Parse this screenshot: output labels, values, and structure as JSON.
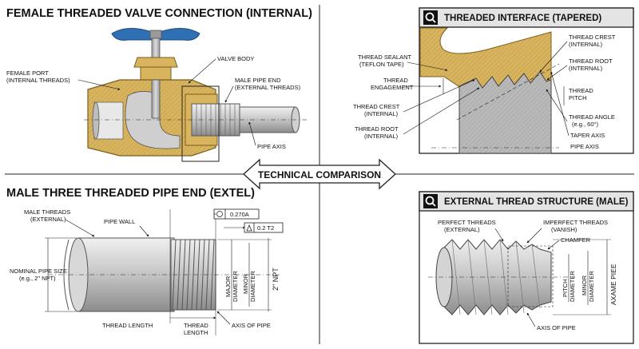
{
  "colors": {
    "brass": "#d9b45e",
    "brass_dark": "#b08a3a",
    "steel": "#c9c9c9",
    "steel_dark": "#8f8f8f",
    "handle": "#2f6fb3",
    "panel_header": "#e4e4e4"
  },
  "quadrants": {
    "q1": {
      "title": "FEMALE THREADED VALVE CONNECTION (INTERNAL)",
      "labels": {
        "female_port": "FEMALE PORT",
        "female_port_sub": "(INTERNAL THREADS)",
        "valve_body": "VALVE BODY",
        "male_pipe_end": "MALE PIPE END",
        "male_pipe_end_sub": "(EXTERNAL THREADS)",
        "pipe_axis": "PIPE AXIS"
      }
    },
    "q2": {
      "title": "THREADED INTERFACE (TAPERED)",
      "icon": "magnifier-icon",
      "labels": {
        "thread_sealant": "THREAD SEALANT",
        "thread_sealant_sub": "(TEFLON TAPE)",
        "thread_engagement": "THREAD",
        "thread_engagement_sub": "ENGAGEMENT",
        "thread_crest_left": "THREAD CREST",
        "thread_crest_left_sub": "(INTERNAL)",
        "thread_root_left": "THREAD ROOT",
        "thread_root_left_sub": "(INTERNAL)",
        "thread_crest_right": "THREAD CREST",
        "thread_crest_right_sub": "(INTERNAL)",
        "thread_root_right": "THREAD ROOT",
        "thread_root_right_sub": "(INTERNAL)",
        "thread_pitch": "THREAD",
        "thread_pitch_sub": "PITCH",
        "thread_angle": "THREAD ANGLE",
        "thread_angle_sub": "(e.g., 60°)",
        "taper_axis": "TAPER AXIS",
        "pipe_axis": "PIPE AXIS"
      }
    },
    "center": {
      "label": "TECHNICAL COMPARISON"
    },
    "q3": {
      "title": "MALE THREE THREADED PIPE END (EXTEL)",
      "labels": {
        "male_threads": "MALE THREADS",
        "male_threads_sub": "(EXTERNAL)",
        "pipe_wall": "PIPE WALL",
        "tolerance_1": "0.27‌0A",
        "tolerance_2": "0.2 T2",
        "nominal_size": "NOMINAL PIPE SIZE",
        "nominal_size_sub": "(e.g., 2\" NPT)",
        "major_diameter": "MAJOR",
        "major_diameter_sub": "DIAMETER",
        "minor_diameter": "MINOR",
        "minor_diameter_sub": "DIAMETER",
        "npt": "2\" NPT",
        "thread_length_left": "THREAD LENGTH",
        "thread_length": "THREAD",
        "thread_length_sub": "LENGTH",
        "axis_of_pipe": "AXIS OF PIPE"
      }
    },
    "q4": {
      "title": "EXTERNAL THREAD STRUCTURE (MALE)",
      "icon": "magnifier-icon",
      "labels": {
        "perfect_threads": "PERFECT THREADS",
        "perfect_threads_sub": "(EXTERNAL)",
        "imperfect_threads": "IMPERFECT THREADS",
        "imperfect_threads_sub": "(VANISH)",
        "chamfer": "CHAMFER",
        "pitch_diameter": "PITCH",
        "pitch_diameter_sub": "DIAMETER",
        "minor_diameter": "MINOR",
        "minor_diameter_sub": "DIAMETER",
        "axame_piee": "AXAME PIEE",
        "axis_of_pipe": "AXIS OF PIPE"
      }
    }
  }
}
